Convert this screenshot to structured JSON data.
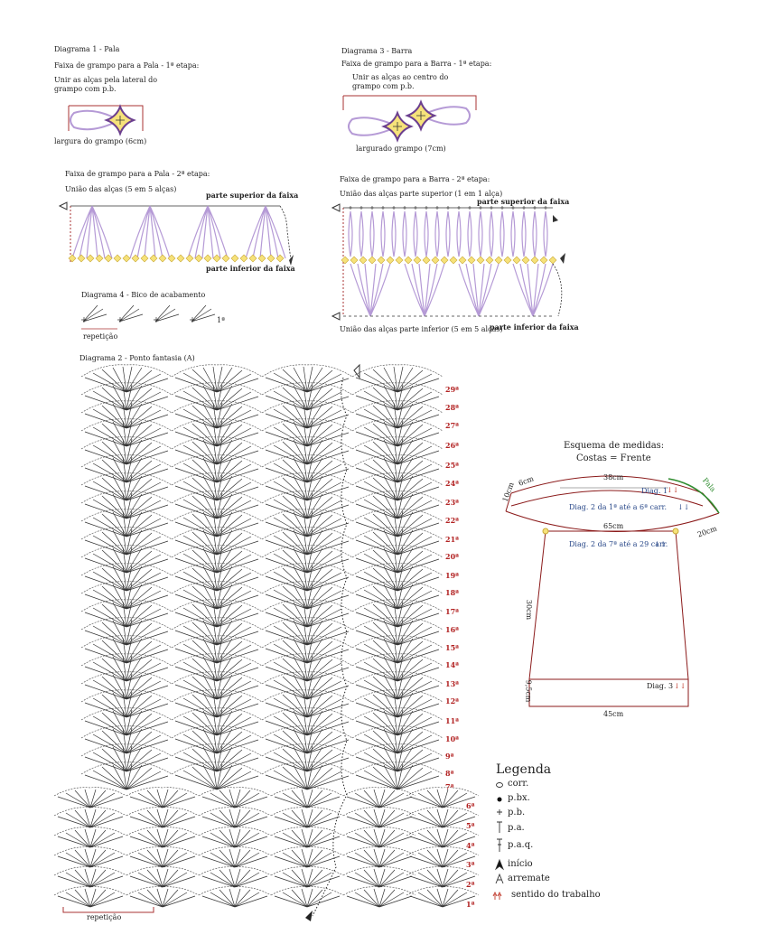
{
  "d1": {
    "title": "Diagrama 1 - Pala",
    "step1": "Faixa de grampo para a Pala - 1ª etapa:",
    "note": "Unir as alças pela lateral do\ngrampo com p.b.",
    "width_label": "largura do grampo (6cm)",
    "step2": "Faixa de grampo para a Pala - 2ª etapa:",
    "union": "União das alças (5 em 5 alças)",
    "top_label": "parte superior da faixa",
    "bottom_label": "parte inferior da faixa"
  },
  "d3": {
    "title": "Diagrama 3 - Barra",
    "step1": "Faixa de grampo para a Barra - 1ª etapa:",
    "note": "Unir as alças ao centro do\ngrampo com p.b.",
    "width_label": "largurado grampo (7cm)",
    "step2": "Faixa de grampo para a Barra - 2ª etapa:",
    "union_top": "União das alças  parte superior (1 em 1 alça)",
    "top_label": "parte superior da faixa",
    "union_bottom": "União das alças  parte inferior (5 em 5 alças)",
    "bottom_label": "parte inferior da faixa"
  },
  "d4": {
    "title": "Diagrama 4 - Bico de acabamento",
    "repeat": "repetição",
    "row": "1ª"
  },
  "d2": {
    "title": "Diagrama 2 - Ponto fantasia (A)",
    "repeat": "repetição",
    "rows_upper": [
      "29ª",
      "28ª",
      "27ª",
      "26ª",
      "25ª",
      "24ª",
      "23ª",
      "22ª",
      "21ª",
      "20ª",
      "19ª",
      "18ª",
      "17ª",
      "16ª",
      "15ª",
      "14ª",
      "13ª",
      "12ª",
      "11ª",
      "10ª",
      "9ª",
      "8ª",
      "7ª"
    ],
    "rows_lower": [
      "6ª",
      "5ª",
      "4ª",
      "3ª",
      "2ª",
      "1ª"
    ]
  },
  "schema": {
    "title1": "Esquema de medidas:",
    "title2": "Costas = Frente",
    "m38": "38cm",
    "m6": "6cm",
    "m10": "10cm",
    "pala": "Pala",
    "diag1": "Diag. 1",
    "diag2a": "Diag. 2 da 1ª até a 6ª carr.",
    "m65": "65cm",
    "m20": "20cm",
    "diag2b": "Diag. 2 da 7ª até a 29 carr.",
    "m30": "30cm",
    "m9": "9,5cm",
    "diag3": "Diag. 3",
    "m45": "45cm",
    "colors": {
      "outline": "#8b1a1a",
      "pala": "#2e8b2e",
      "text_blue": "#2b4a8a",
      "arrow": "#c0392b"
    }
  },
  "legend": {
    "title": "Legenda",
    "items": [
      "corr.",
      "p.bx.",
      "p.b.",
      "p.a.",
      "p.a.q.",
      "início",
      "arremate",
      "sentido do trabalho"
    ]
  }
}
